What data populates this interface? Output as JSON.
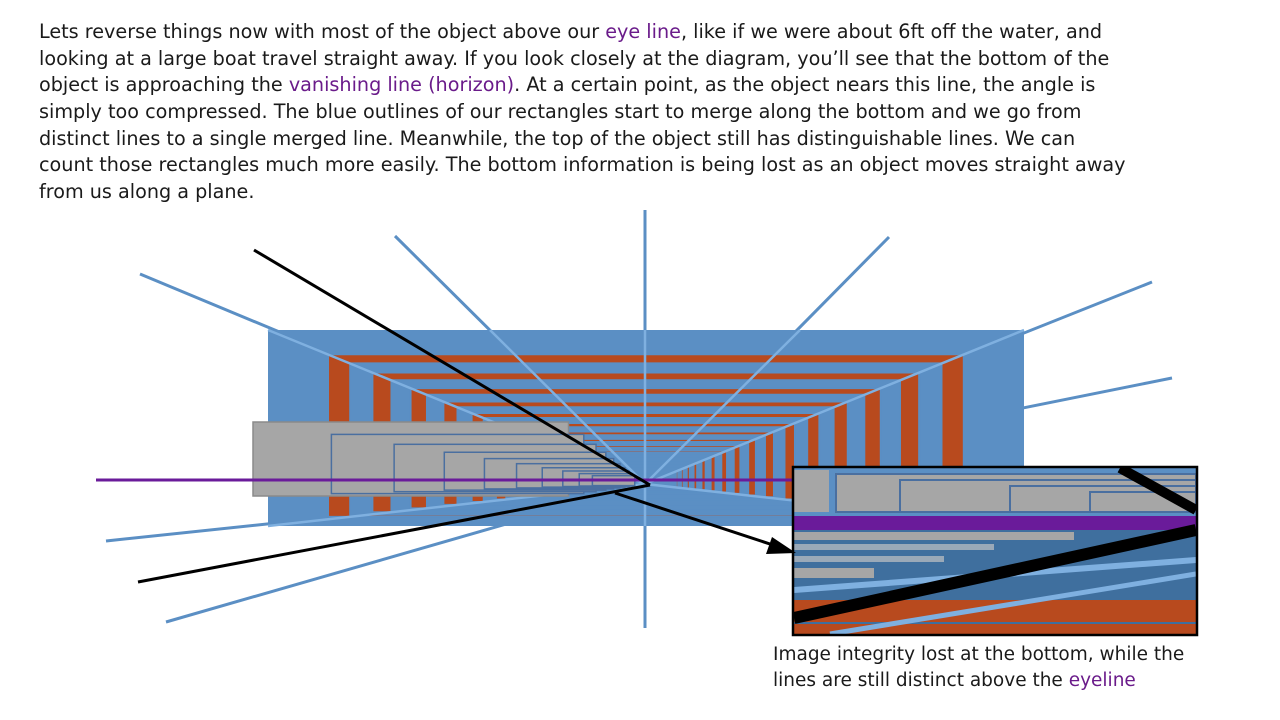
{
  "paragraph": {
    "line1_a": "Lets reverse things now with most of the object above our ",
    "line1_link": "eye line",
    "line1_b": ", like if we were about 6ft off the water, and",
    "line2": "looking at a large boat travel straight away.  If you look closely at the diagram, you’ll see that the bottom of the",
    "line3_a": "object is approaching the ",
    "line3_link": "vanishing line (horizon)",
    "line3_b": ".  At a certain point, as the object nears this line, the angle is",
    "line4": "simply too compressed. The blue outlines of our rectangles start to merge along the bottom and we go from",
    "line5": "distinct lines to a single merged line.  Meanwhile, the top of the object still has distinguishable lines.  We can",
    "line6": "count those rectangles much more easily.  The bottom information is being lost as an object moves straight away",
    "line7": "from us along a plane."
  },
  "caption": {
    "line1": "Image integrity lost at the bottom, while the",
    "line2_a": "lines are still distinct above the ",
    "line2_link": "eyeline"
  },
  "colors": {
    "text": "#1a1a1a",
    "highlight_purple": "#6a1b8a",
    "perspective_blue": "#5b8fc4",
    "rect_orange": "#b84a1e",
    "boat_gray": "#a6a6a6",
    "eyeline_purple": "#6a1b9a",
    "sightline_black": "#000000"
  }
}
